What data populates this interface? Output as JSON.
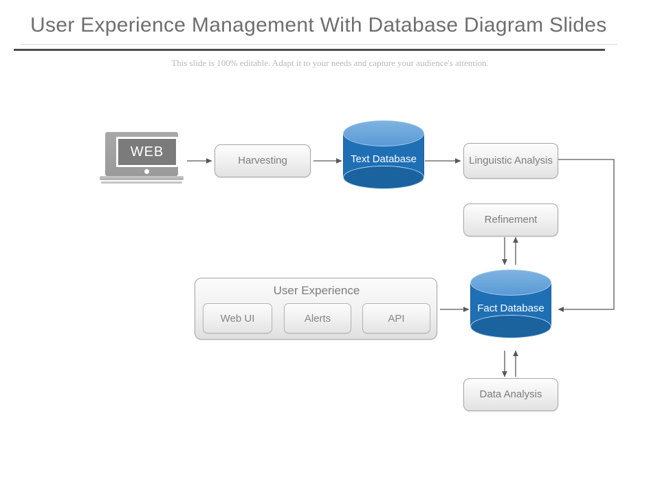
{
  "header": {
    "title": "User Experience Management With Database Diagram Slides",
    "subtitle": "This slide is 100% editable. Adapt it to your needs and capture your audience's attention."
  },
  "colors": {
    "title_text": "#6e6e6e",
    "subtitle_text": "#b9b9b9",
    "rule_dark": "#4a4a4d",
    "rule_light": "#d8d8d8",
    "node_text": "#7c7c7c",
    "node_border": "#a6a6a6",
    "cylinder_body": "#1f6fb5",
    "cylinder_top": "#5a9ad6",
    "cylinder_text": "#ffffff",
    "laptop_body": "#a8a8a8",
    "laptop_screen": "#7b7b7b",
    "connector": "#58585a"
  },
  "diagram": {
    "source": {
      "name": "web-laptop",
      "label": "WEB"
    },
    "nodes": [
      {
        "id": "harvesting",
        "label": "Harvesting"
      },
      {
        "id": "linguistic-analysis",
        "label": "Linguistic Analysis"
      },
      {
        "id": "refinement",
        "label": "Refinement"
      },
      {
        "id": "data-analysis",
        "label": "Data Analysis"
      }
    ],
    "databases": [
      {
        "id": "text-database",
        "label": "Text Database"
      },
      {
        "id": "fact-database",
        "label": "Fact Database"
      }
    ],
    "group": {
      "id": "user-experience",
      "title": "User Experience",
      "items": [
        {
          "id": "web-ui",
          "label": "Web UI"
        },
        {
          "id": "alerts",
          "label": "Alerts"
        },
        {
          "id": "api",
          "label": "API"
        }
      ]
    },
    "connections": [
      {
        "from": "web-laptop",
        "to": "harvesting",
        "type": "arrow"
      },
      {
        "from": "harvesting",
        "to": "text-database",
        "type": "arrow"
      },
      {
        "from": "text-database",
        "to": "linguistic-analysis",
        "type": "arrow"
      },
      {
        "from": "linguistic-analysis",
        "to": "fact-database",
        "type": "elbow-arrow"
      },
      {
        "from": "refinement",
        "to": "fact-database",
        "type": "bidirectional"
      },
      {
        "from": "user-experience",
        "to": "fact-database",
        "type": "arrow"
      },
      {
        "from": "fact-database",
        "to": "data-analysis",
        "type": "bidirectional"
      }
    ]
  }
}
